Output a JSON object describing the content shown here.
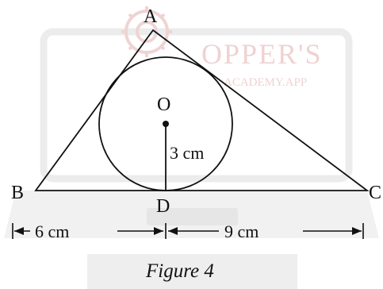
{
  "figure": {
    "caption": "Figure 4",
    "points": {
      "apex": "A",
      "left_vertex": "B",
      "right_vertex": "C",
      "tangent_point": "D",
      "center": "O"
    },
    "measurements": {
      "radius": "3 cm",
      "bd": "6 cm",
      "dc": "9 cm"
    }
  },
  "watermark": {
    "text_main": "OPPER'S",
    "text_sub": "ACADEMY.APP",
    "color": "#e8c9c9"
  },
  "colors": {
    "ink": "#111111",
    "watermark_gray": "#ebebeb",
    "watermark_red": "#e9caca"
  }
}
